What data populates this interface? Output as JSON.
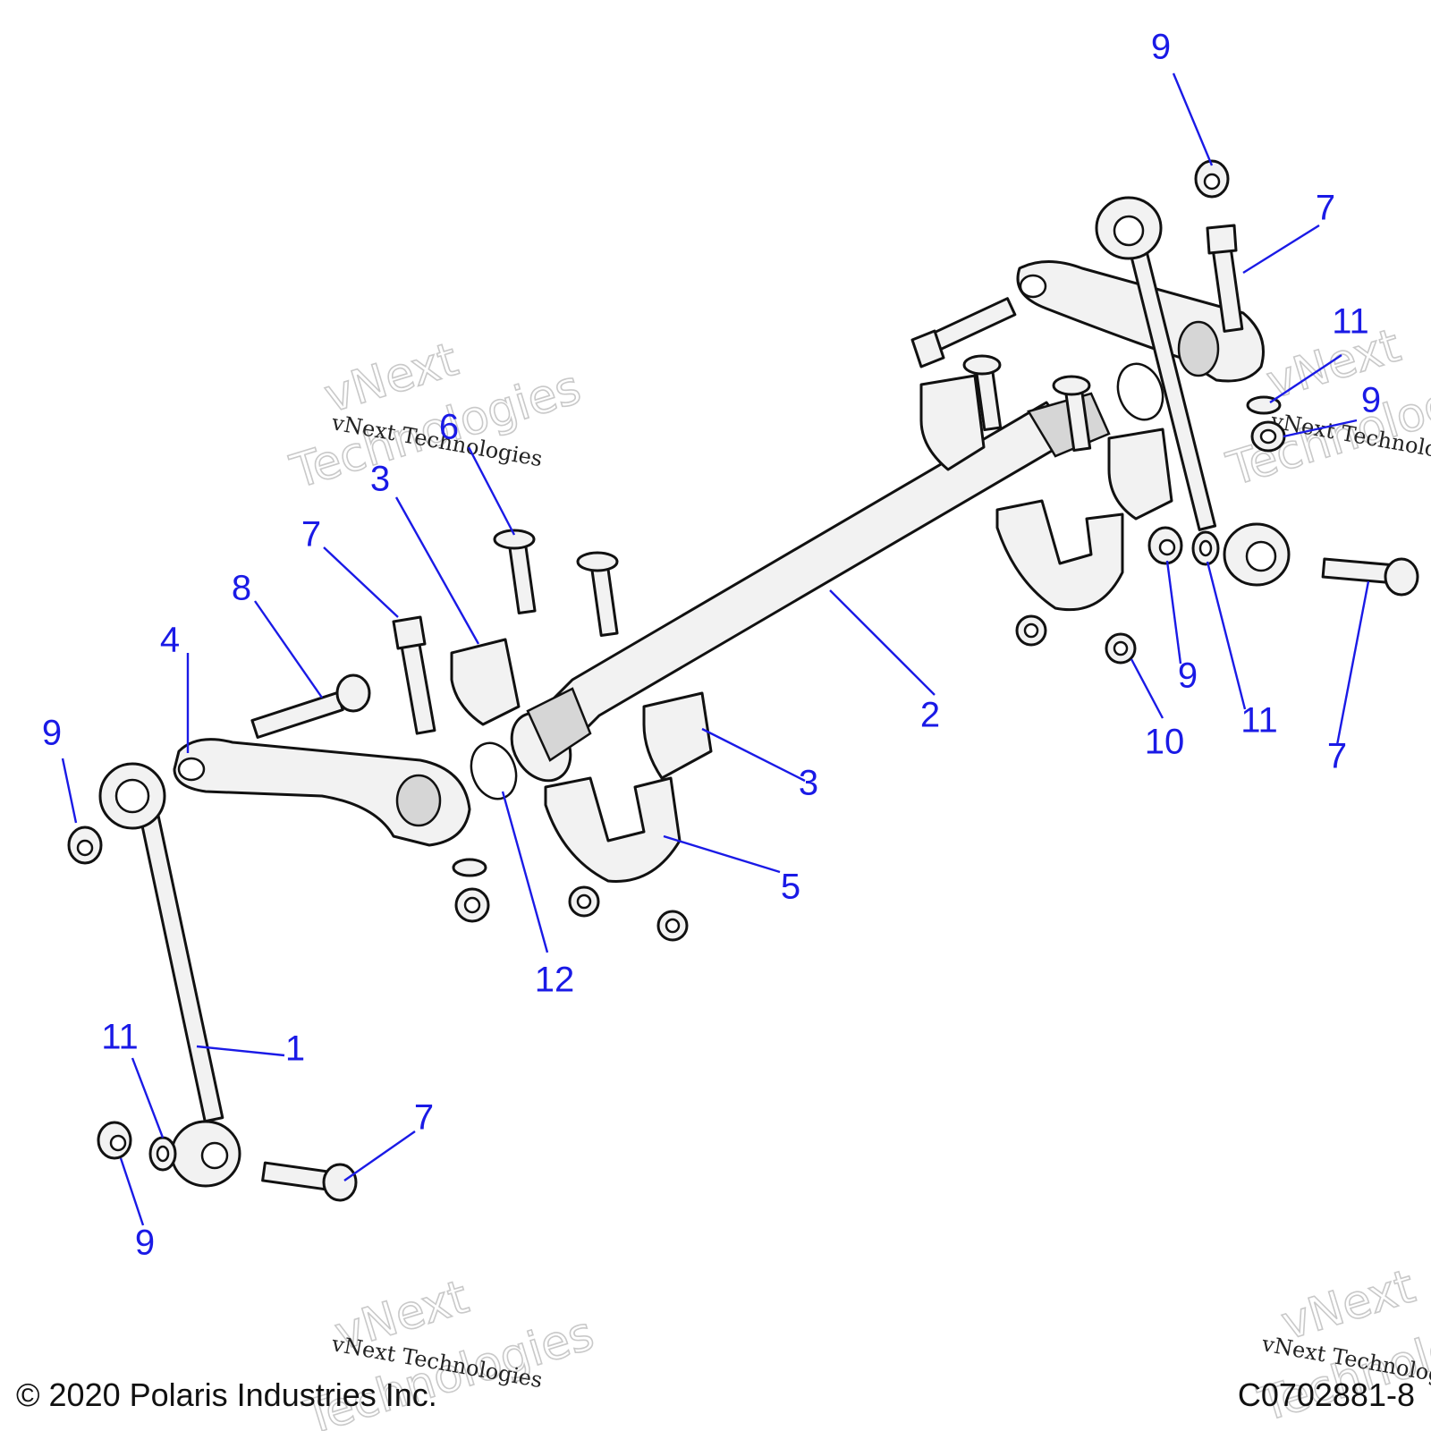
{
  "watermark": {
    "line1": "vNext",
    "line2": "Technologies",
    "small": "vNext Technologies"
  },
  "footer": {
    "copyright": "© 2020 Polaris Industries Inc.",
    "code": "C0702881-8"
  },
  "callouts": [
    {
      "label": "9"
    },
    {
      "label": "7"
    },
    {
      "label": "11"
    },
    {
      "label": "9"
    },
    {
      "label": "6"
    },
    {
      "label": "3"
    },
    {
      "label": "7"
    },
    {
      "label": "8"
    },
    {
      "label": "4"
    },
    {
      "label": "9"
    },
    {
      "label": "2"
    },
    {
      "label": "3"
    },
    {
      "label": "5"
    },
    {
      "label": "12"
    },
    {
      "label": "9"
    },
    {
      "label": "11"
    },
    {
      "label": "10"
    },
    {
      "label": "7"
    },
    {
      "label": "11"
    },
    {
      "label": "1"
    },
    {
      "label": "7"
    },
    {
      "label": "9"
    }
  ]
}
